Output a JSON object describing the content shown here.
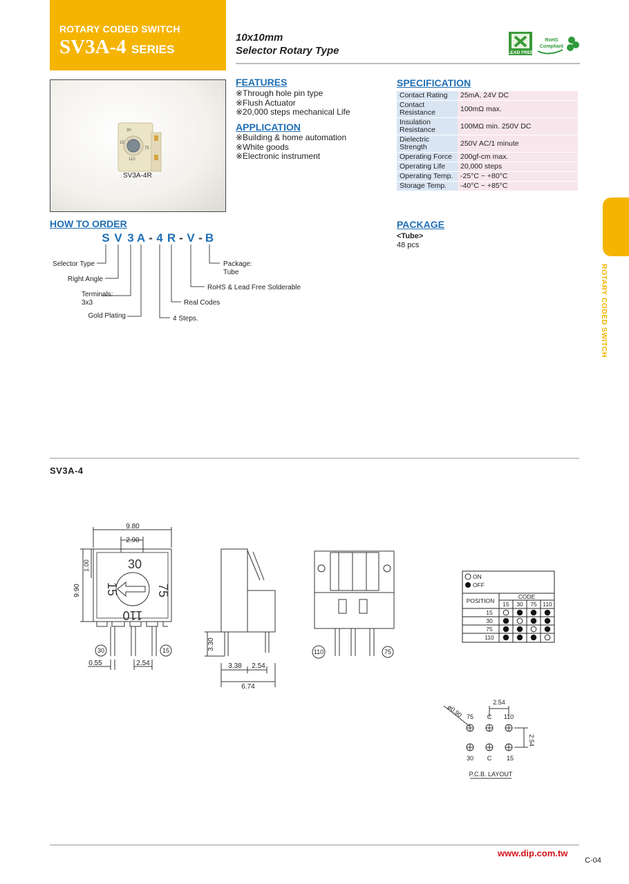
{
  "header": {
    "subheading": "ROTARY CODED SWITCH",
    "model": "SV3A-4",
    "series": "SERIES",
    "line1": "10x10mm",
    "line2": "Selector Rotary Type",
    "badge_lead_free": "LEAD FREE",
    "badge_rohs": "RoHS Compliant"
  },
  "photo_caption": "SV3A-4R",
  "photo_dial": [
    "30",
    "15",
    "75",
    "110"
  ],
  "features": {
    "title": "FEATURES",
    "items": [
      "※Through hole pin type",
      "※Flush Actuator",
      "※20,000 steps mechanical Life"
    ]
  },
  "application": {
    "title": "APPLICATION",
    "items": [
      "※Building & home automation",
      "※White goods",
      "※Electronic instrument"
    ]
  },
  "specification": {
    "title": "SPECIFICATION",
    "rows": [
      {
        "k": "Contact Rating",
        "v": "25mA, 24V DC"
      },
      {
        "k": "Contact Resistance",
        "v": "100mΩ max."
      },
      {
        "k": "Insulation Resistance",
        "v": "100MΩ min. 250V DC"
      },
      {
        "k": "Dielectric Strength",
        "v": "250V AC/1 minute"
      },
      {
        "k": "Operating Force",
        "v": "200gf-cm max."
      },
      {
        "k": "Operating Life",
        "v": "20,000 steps"
      },
      {
        "k": "Operating Temp.",
        "v": "-25°C ~ +80°C"
      },
      {
        "k": "Storage Temp.",
        "v": "-40°C ~ +85°C"
      }
    ]
  },
  "how_to_order": {
    "title": "HOW TO ORDER",
    "code_chars": [
      "S",
      "V",
      "3",
      "A",
      "-",
      "4",
      "R",
      "-",
      "V",
      "-",
      "B"
    ],
    "labels": {
      "selector": "Selector Type",
      "right_angle": "Right Angle",
      "terminals": "Terminals:",
      "terminals_val": "3x3",
      "gold": "Gold Plating",
      "package": "Package:",
      "package_val": "Tube",
      "rohs": "RoHS & Lead Free Solderable",
      "real": "Real Codes",
      "steps": "4 Steps."
    }
  },
  "package": {
    "title": "PACKAGE",
    "sub": "<Tube>",
    "qty": "48 pcs"
  },
  "side_label": "ROTARY CODED SWITCH",
  "section2_title": "SV3A-4",
  "drawing": {
    "dims": [
      "9.80",
      "2.90",
      "1.00",
      "9.90",
      "0.55",
      "2.54",
      "3.30",
      "3.38",
      "2.54",
      "6.74"
    ],
    "dial": [
      "30",
      "15",
      "75",
      "110"
    ],
    "pin_labels_front": [
      "30",
      "15"
    ],
    "pin_labels_back": [
      "110",
      "75"
    ]
  },
  "code_table": {
    "legend_on": "ON",
    "legend_off": "OFF",
    "position_header": "POSITION",
    "code_header": "CODE",
    "cols": [
      "15",
      "30",
      "75",
      "110"
    ],
    "rows": [
      {
        "pos": "15",
        "cells": [
          0,
          1,
          1,
          1
        ]
      },
      {
        "pos": "30",
        "cells": [
          1,
          0,
          1,
          1
        ]
      },
      {
        "pos": "75",
        "cells": [
          1,
          1,
          0,
          1
        ]
      },
      {
        "pos": "110",
        "cells": [
          1,
          1,
          1,
          0
        ]
      }
    ]
  },
  "pcb": {
    "hole": "ø0.90",
    "pitch_h": "2.54",
    "pitch_v": "2.54",
    "top": [
      "75",
      "C",
      "110"
    ],
    "bottom": [
      "30",
      "C",
      "15"
    ],
    "caption": "P.C.B. LAYOUT"
  },
  "footer": {
    "url": "www.dip.com.tw",
    "page": "C-04"
  },
  "colors": {
    "accent": "#f5b400",
    "section": "#1f6fb5",
    "spec_key": "#d9e5f3",
    "spec_val": "#f7e6ec",
    "url": "#d3121b"
  }
}
